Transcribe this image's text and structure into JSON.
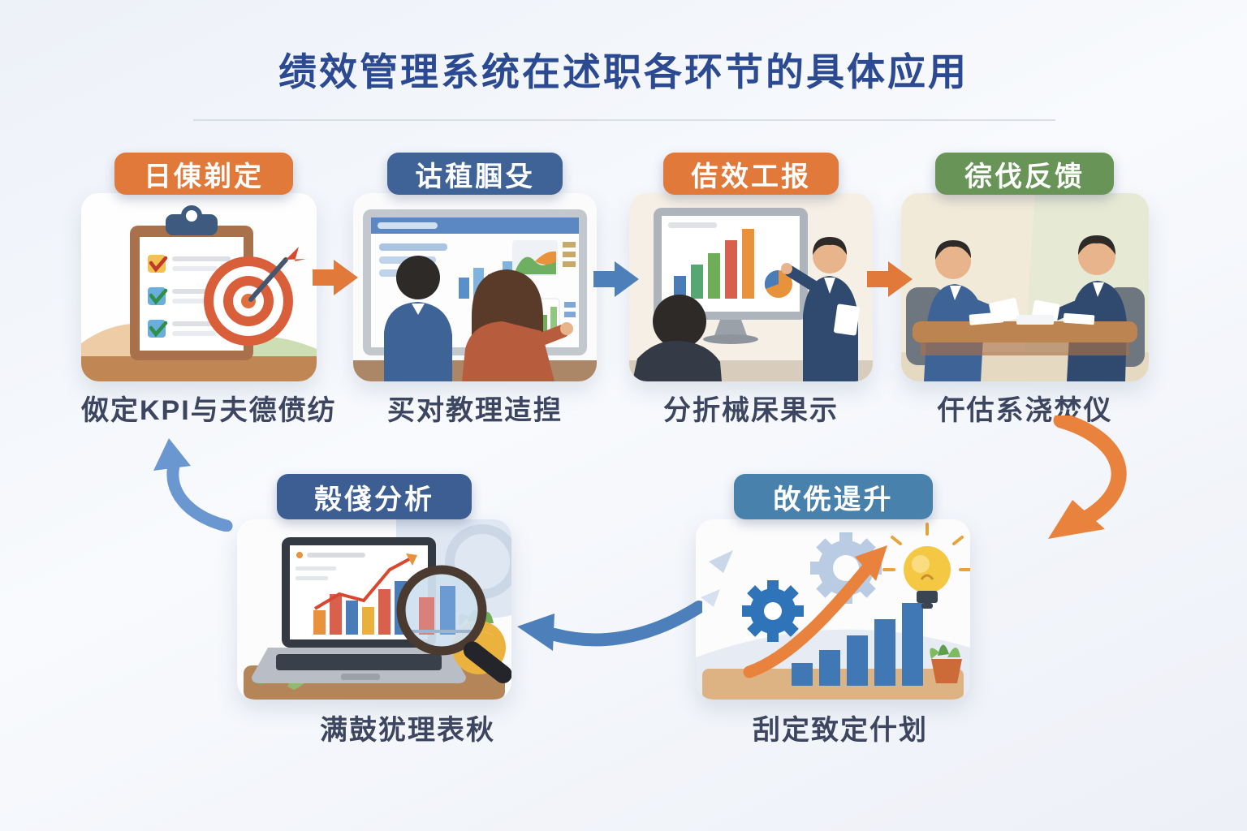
{
  "title": "绩效管理系统在述职各环节的具体应用",
  "steps": [
    {
      "badge": "日倲剃定",
      "caption": "伮定KPI与夫德偾纺",
      "badge_color": "#e0793a",
      "illustration": "clipboard-and-target"
    },
    {
      "badge": "诂稙腘殳",
      "caption": "买对教理迼揑",
      "badge_color": "#3f6297",
      "illustration": "team-viewing-dashboard"
    },
    {
      "badge": "佶效工报",
      "caption": "分折械杘果示",
      "badge_color": "#e0793a",
      "illustration": "presentation-with-chart"
    },
    {
      "badge": "徖伐反馈",
      "caption": "仠估系浇焚仪",
      "badge_color": "#699457",
      "illustration": "one-on-one-meeting"
    },
    {
      "badge": "殼俴分析",
      "caption": "满鼓犹理表秋",
      "badge_color": "#3d5e92",
      "illustration": "laptop-with-magnifier"
    },
    {
      "badge": "敀侁遈升",
      "caption": "刮定致定什划",
      "badge_color": "#4981ad",
      "illustration": "gears-growth-bulb"
    }
  ],
  "flow_arrows": [
    {
      "name": "step1-to-step2",
      "direction": "right",
      "color": "#e0793a"
    },
    {
      "name": "step2-to-step3",
      "direction": "right",
      "color": "#4d80ba"
    },
    {
      "name": "step3-to-step4",
      "direction": "right",
      "color": "#e0793a"
    },
    {
      "name": "step4-to-step6",
      "direction": "curved-down",
      "color": "#e8823c"
    },
    {
      "name": "step6-to-step5",
      "direction": "left",
      "color": "#4d80ba"
    },
    {
      "name": "step5-to-step1",
      "direction": "curved-up",
      "color": "#6b97d1"
    }
  ],
  "colors": {
    "background": "#eef1f7",
    "title": "#2c4a92",
    "caption": "#3d4660",
    "badge_orange": "#e0793a",
    "badge_blue": "#3f6297",
    "badge_green": "#699457",
    "badge_navy": "#3d5e92",
    "badge_steel_blue": "#4981ad",
    "arrow_orange": "#e8823c",
    "arrow_blue": "#4d80ba",
    "card_background": "#fdfdfe"
  }
}
